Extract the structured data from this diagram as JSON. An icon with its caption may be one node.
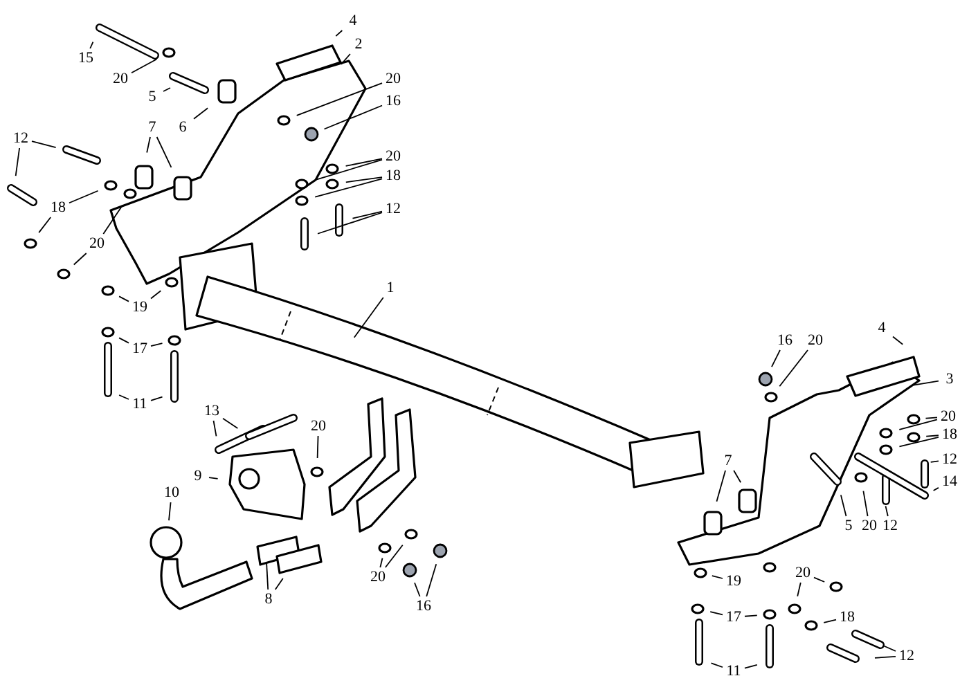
{
  "diagram": {
    "nodes": [
      {
        "text": [
          "4"
        ]
      },
      {
        "text": [
          "2"
        ]
      },
      {
        "text": [
          "15"
        ]
      },
      {
        "text": [
          "20"
        ]
      },
      {
        "text": [
          "20"
        ]
      },
      {
        "text": [
          "5"
        ]
      },
      {
        "text": [
          "16"
        ]
      },
      {
        "text": [
          "6"
        ]
      },
      {
        "text": [
          "7"
        ]
      },
      {
        "text": [
          "12"
        ]
      },
      {
        "text": [
          "20"
        ]
      },
      {
        "text": [
          "18"
        ]
      },
      {
        "text": [
          "18"
        ]
      },
      {
        "text": [
          "20"
        ]
      },
      {
        "text": [
          "12"
        ]
      },
      {
        "text": [
          "1"
        ]
      },
      {
        "text": [
          "19"
        ]
      },
      {
        "text": [
          "17"
        ]
      },
      {
        "text": [
          "11"
        ]
      },
      {
        "text": [
          "16"
        ]
      },
      {
        "text": [
          "20"
        ]
      },
      {
        "text": [
          "4"
        ]
      },
      {
        "text": [
          "3"
        ]
      },
      {
        "text": [
          "13"
        ]
      },
      {
        "text": [
          "20"
        ]
      },
      {
        "text": [
          "20"
        ]
      },
      {
        "text": [
          "18"
        ]
      },
      {
        "text": [
          "12"
        ]
      },
      {
        "text": [
          "7"
        ]
      },
      {
        "text": [
          "9"
        ]
      },
      {
        "text": [
          "14"
        ]
      },
      {
        "text": [
          "10"
        ]
      },
      {
        "text": [
          "5"
        ]
      },
      {
        "text": [
          "20"
        ]
      },
      {
        "text": [
          "12"
        ]
      },
      {
        "text": [
          "20"
        ]
      },
      {
        "text": [
          "20"
        ]
      },
      {
        "text": [
          "19"
        ]
      },
      {
        "text": [
          "16"
        ]
      },
      {
        "text": [
          "8"
        ]
      },
      {
        "text": [
          "17"
        ]
      },
      {
        "text": [
          "18"
        ]
      },
      {
        "text": [
          "12"
        ]
      },
      {
        "text": [
          "11"
        ]
      }
    ],
    "edges": [
      {
        "from": 0,
        "to": null,
        "arrow": "none"
      },
      {
        "from": 1,
        "to": null,
        "arrow": "none"
      },
      {
        "from": 2,
        "to": null,
        "arrow": "none"
      },
      {
        "from": 3,
        "to": null,
        "arrow": "none"
      },
      {
        "from": 4,
        "to": null,
        "arrow": "none"
      },
      {
        "from": 5,
        "to": null,
        "arrow": "none"
      },
      {
        "from": 6,
        "to": null,
        "arrow": "none"
      },
      {
        "from": 7,
        "to": null,
        "arrow": "none"
      },
      {
        "from": 8,
        "to": null,
        "arrow": "none"
      },
      {
        "from": 8,
        "to": null,
        "arrow": "none"
      },
      {
        "from": 9,
        "to": null,
        "arrow": "none"
      },
      {
        "from": 9,
        "to": null,
        "arrow": "none"
      },
      {
        "from": 10,
        "to": null,
        "arrow": "none"
      },
      {
        "from": 10,
        "to": null,
        "arrow": "none"
      },
      {
        "from": 11,
        "to": null,
        "arrow": "none"
      },
      {
        "from": 11,
        "to": null,
        "arrow": "none"
      },
      {
        "from": 12,
        "to": null,
        "arrow": "none"
      },
      {
        "from": 12,
        "to": null,
        "arrow": "none"
      },
      {
        "from": 13,
        "to": null,
        "arrow": "none"
      },
      {
        "from": 13,
        "to": null,
        "arrow": "none"
      },
      {
        "from": 14,
        "to": null,
        "arrow": "none"
      },
      {
        "from": 14,
        "to": null,
        "arrow": "none"
      },
      {
        "from": 15,
        "to": null,
        "arrow": "none"
      },
      {
        "from": 16,
        "to": null,
        "arrow": "none"
      },
      {
        "from": 16,
        "to": null,
        "arrow": "none"
      },
      {
        "from": 17,
        "to": null,
        "arrow": "none"
      },
      {
        "from": 17,
        "to": null,
        "arrow": "none"
      },
      {
        "from": 18,
        "to": null,
        "arrow": "none"
      },
      {
        "from": 18,
        "to": null,
        "arrow": "none"
      },
      {
        "from": 19,
        "to": null,
        "arrow": "none"
      },
      {
        "from": 20,
        "to": null,
        "arrow": "none"
      },
      {
        "from": 21,
        "to": null,
        "arrow": "none"
      },
      {
        "from": 22,
        "to": null,
        "arrow": "none"
      },
      {
        "from": 23,
        "to": null,
        "arrow": "none"
      },
      {
        "from": 23,
        "to": null,
        "arrow": "none"
      },
      {
        "from": 24,
        "to": null,
        "arrow": "none"
      },
      {
        "from": 24,
        "to": null,
        "arrow": "none"
      },
      {
        "from": 25,
        "to": null,
        "arrow": "none"
      },
      {
        "from": 26,
        "to": null,
        "arrow": "none"
      },
      {
        "from": 26,
        "to": null,
        "arrow": "none"
      },
      {
        "from": 27,
        "to": null,
        "arrow": "none"
      },
      {
        "from": 28,
        "to": null,
        "arrow": "none"
      },
      {
        "from": 28,
        "to": null,
        "arrow": "none"
      },
      {
        "from": 29,
        "to": null,
        "arrow": "none"
      },
      {
        "from": 30,
        "to": null,
        "arrow": "none"
      },
      {
        "from": 31,
        "to": null,
        "arrow": "none"
      },
      {
        "from": 32,
        "to": null,
        "arrow": "none"
      },
      {
        "from": 33,
        "to": null,
        "arrow": "none"
      },
      {
        "from": 34,
        "to": null,
        "arrow": "none"
      },
      {
        "from": 35,
        "to": null,
        "arrow": "none"
      },
      {
        "from": 35,
        "to": null,
        "arrow": "none"
      },
      {
        "from": 36,
        "to": null,
        "arrow": "none"
      },
      {
        "from": 36,
        "to": null,
        "arrow": "none"
      },
      {
        "from": 37,
        "to": null,
        "arrow": "none"
      },
      {
        "from": 38,
        "to": null,
        "arrow": "none"
      },
      {
        "from": 38,
        "to": null,
        "arrow": "none"
      },
      {
        "from": 39,
        "to": null,
        "arrow": "none"
      },
      {
        "from": 39,
        "to": null,
        "arrow": "none"
      },
      {
        "from": 40,
        "to": null,
        "arrow": "none"
      },
      {
        "from": 40,
        "to": null,
        "arrow": "none"
      },
      {
        "from": 41,
        "to": null,
        "arrow": "none"
      },
      {
        "from": 42,
        "to": null,
        "arrow": "none"
      },
      {
        "from": 42,
        "to": null,
        "arrow": "none"
      },
      {
        "from": 43,
        "to": null,
        "arrow": "none"
      },
      {
        "from": 43,
        "to": null,
        "arrow": "none"
      }
    ]
  }
}
